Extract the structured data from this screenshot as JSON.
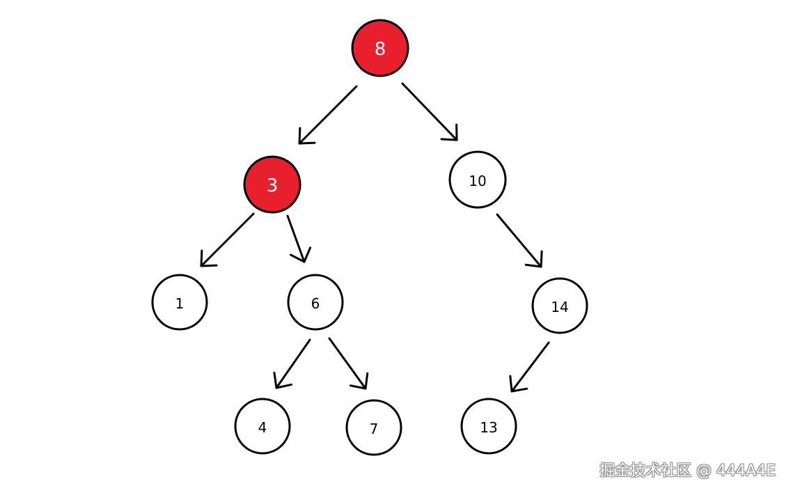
{
  "diagram": {
    "type": "binary-search-tree",
    "nodes": [
      {
        "id": "n8",
        "label": "8",
        "color": "red"
      },
      {
        "id": "n3",
        "label": "3",
        "color": "red"
      },
      {
        "id": "n10",
        "label": "10",
        "color": "white"
      },
      {
        "id": "n1",
        "label": "1",
        "color": "white"
      },
      {
        "id": "n6",
        "label": "6",
        "color": "white"
      },
      {
        "id": "n14",
        "label": "14",
        "color": "white"
      },
      {
        "id": "n4",
        "label": "4",
        "color": "white"
      },
      {
        "id": "n7",
        "label": "7",
        "color": "white"
      },
      {
        "id": "n13",
        "label": "13",
        "color": "white"
      }
    ],
    "edges": [
      {
        "from": "n8",
        "to": "n3"
      },
      {
        "from": "n8",
        "to": "n10"
      },
      {
        "from": "n3",
        "to": "n1"
      },
      {
        "from": "n3",
        "to": "n6"
      },
      {
        "from": "n10",
        "to": "n14"
      },
      {
        "from": "n6",
        "to": "n4"
      },
      {
        "from": "n6",
        "to": "n7"
      },
      {
        "from": "n14",
        "to": "n13"
      }
    ]
  },
  "colors": {
    "highlight_fill": "#e8202e",
    "normal_fill": "#ffffff",
    "stroke": "#000000"
  },
  "watermark": {
    "text": "掘金技术社区 @ 444A4E"
  }
}
